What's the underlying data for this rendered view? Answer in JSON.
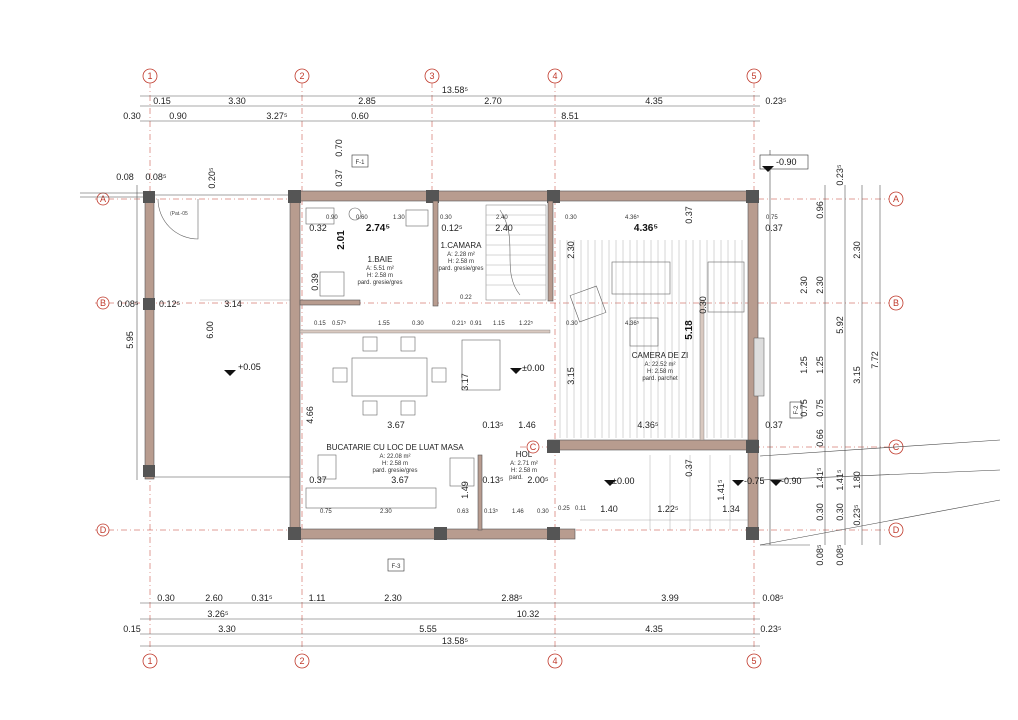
{
  "axes": {
    "vertical": [
      "1",
      "2",
      "3",
      "4",
      "5"
    ],
    "horizontal": [
      "A",
      "B",
      "C",
      "D"
    ]
  },
  "top_dims": {
    "overall": "13.58⁵",
    "row1": [
      "0.15",
      "3.30",
      "2.85",
      "2.70",
      "4.35",
      "0.23⁵"
    ],
    "row2": [
      "0.30",
      "0.90",
      "3.27⁵",
      "0.60",
      "8.51"
    ]
  },
  "bottom_dims": {
    "row1": [
      "0.30",
      "2.60",
      "0.31⁵",
      "1.11",
      "2.30",
      "2.88⁵",
      "3.99",
      "0.08⁵"
    ],
    "row2": [
      "3.26⁵",
      "10.32"
    ],
    "row3": [
      "0.15",
      "3.30",
      "5.55",
      "4.35",
      "0.23⁵"
    ],
    "overall": "13.58⁵"
  },
  "right_dims": {
    "col1": [
      "0.96",
      "2.30",
      "1.25",
      "0.75",
      "0.66",
      "1.41⁵",
      "0.30",
      "0.08⁵"
    ],
    "col2": [
      "0.23⁵",
      "5.92",
      "1.41⁵",
      "0.30",
      "0.08⁵"
    ],
    "col3": [
      "2.30",
      "3.15",
      "1.80",
      "0.23⁵"
    ],
    "overall": "7.72",
    "extra": [
      "2.30",
      "1.25",
      "0.75"
    ]
  },
  "left_dims": [
    "5.95",
    "0.08",
    "0.08⁵",
    "0.20⁵",
    "0.08⁵"
  ],
  "rooms": [
    {
      "id": "baie",
      "name": "1.BAIE",
      "area": "A: 5.51 m²",
      "height": "H: 2.58 m",
      "floor": "pard. gresie/gres"
    },
    {
      "id": "camara",
      "name": "1.CAMARA",
      "area": "A: 2.28 m²",
      "height": "H: 2.58 m",
      "floor": "pard. gresie/gres"
    },
    {
      "id": "camera",
      "name": "CAMERA DE ZI",
      "area": "A: 22.52 m²",
      "height": "H: 2.58 m",
      "floor": "pard. parchet"
    },
    {
      "id": "bucatarie",
      "name": "BUCATARIE CU LOC DE LUAT MASA",
      "area": "A: 22.08 m²",
      "height": "H: 2.58 m",
      "floor": "pard. gresie/gres"
    },
    {
      "id": "hol",
      "name": "HOL",
      "area": "A: 2.71 m²",
      "height": "H: 2.58 m",
      "floor": "pard."
    }
  ],
  "levels": {
    "terrace": "+0.05",
    "kitchen": "±0.00",
    "hall": "±0.00",
    "step1": "-0.75",
    "step2": "-0.90",
    "top": "-0.90"
  },
  "inner_dims": {
    "a": "0.32",
    "b": "2.74⁵",
    "c": "2.01",
    "d": "0.12⁵",
    "e": "2.40",
    "f": "4.36⁵",
    "g": "0.37",
    "h": "1.55",
    "i": "0.30",
    "j": "0.21⁵",
    "k": "0.91",
    "l": "1.15",
    "m": "1.22⁵",
    "n": "3.67",
    "o": "0.13⁵",
    "p": "1.46",
    "q": "4.36⁵",
    "r": "0.37",
    "s": "0.37",
    "t": "3.67",
    "u": "0.13⁵",
    "v": "2.00⁵",
    "w": "1.40",
    "x": "1.22⁵",
    "y": "1.34",
    "z1": "6.00",
    "z2": "3.14",
    "z3": "0.12⁵",
    "z4": "4.66",
    "z5": "3.17",
    "z6": "3.15",
    "z7": "2.30",
    "z8": "5.18",
    "z9": "1.49",
    "z10": "0.37",
    "z11": "1.41⁵",
    "z12": "0.70",
    "z13": "0.37",
    "z14": "0.90",
    "z15": "0.60",
    "z16": "1.30",
    "z17": "0.30",
    "z18": "0.15",
    "z19": "0.57⁵",
    "z20": "0.39",
    "z21": "0.75",
    "z22": "0.22",
    "z23": "2.30",
    "z24": "0.30",
    "z25": "0.75",
    "z26": "1.46",
    "z27": "0.30",
    "z28": "0.25",
    "z29": "0.11",
    "z30": "0.63"
  },
  "tags": {
    "f1": "F-1",
    "f3": "F-3",
    "f2": "F-2"
  },
  "colors": {
    "axis": "#c0392b",
    "wall": "#b89c8f",
    "column": "#555555"
  }
}
